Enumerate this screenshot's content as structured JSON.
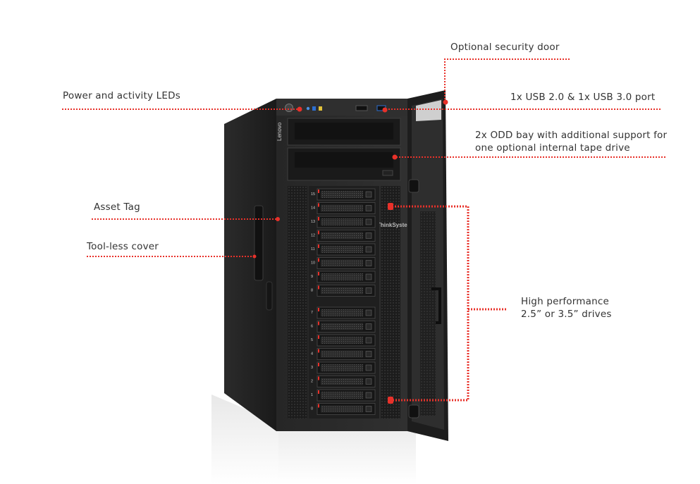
{
  "brand": {
    "logo_text": "Lenovo",
    "series_text": "ThinkSystem"
  },
  "callouts": [
    {
      "id": "security-door",
      "lines": [
        "Optional security door"
      ]
    },
    {
      "id": "power-leds",
      "lines": [
        "Power and activity LEDs"
      ]
    },
    {
      "id": "usb-ports",
      "lines": [
        "1x USB 2.0 & 1x USB 3.0 port"
      ]
    },
    {
      "id": "odd-bay",
      "lines": [
        "2x ODD bay with additional support for",
        "one optional internal tape drive"
      ]
    },
    {
      "id": "asset-tag",
      "lines": [
        "Asset Tag"
      ]
    },
    {
      "id": "toolless-cover",
      "lines": [
        "Tool-less cover"
      ]
    },
    {
      "id": "drives",
      "lines": [
        "High performance",
        "2.5” or 3.5” drives"
      ]
    }
  ],
  "drive_bay_numbers": [
    "15",
    "14",
    "13",
    "12",
    "11",
    "10",
    "9",
    "8",
    "7",
    "6",
    "5",
    "4",
    "3",
    "2",
    "1",
    "0"
  ],
  "colors": {
    "callout_red": "#e8312a",
    "chassis": "#2a2a2a",
    "chassis_side": "#1e1e1e",
    "text": "#333333"
  }
}
